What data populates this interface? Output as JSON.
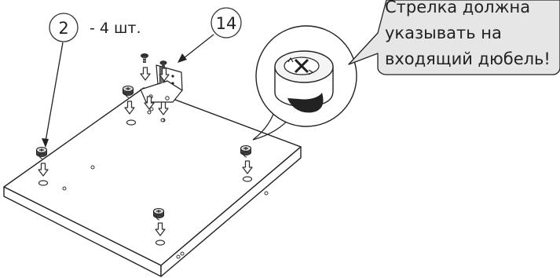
{
  "labels": {
    "part_2_number": "2",
    "part_2_quantity": "- 4 шт.",
    "part_14_number": "14"
  },
  "callout": {
    "lines": [
      "Стрелка должна",
      "указывать на",
      "входящий дюбель!"
    ]
  },
  "icons": {
    "down_arrow": "down-arrow-icon",
    "cam_lock": "cam-lock-icon",
    "screw": "screw-icon",
    "bracket": "bracket-icon"
  }
}
